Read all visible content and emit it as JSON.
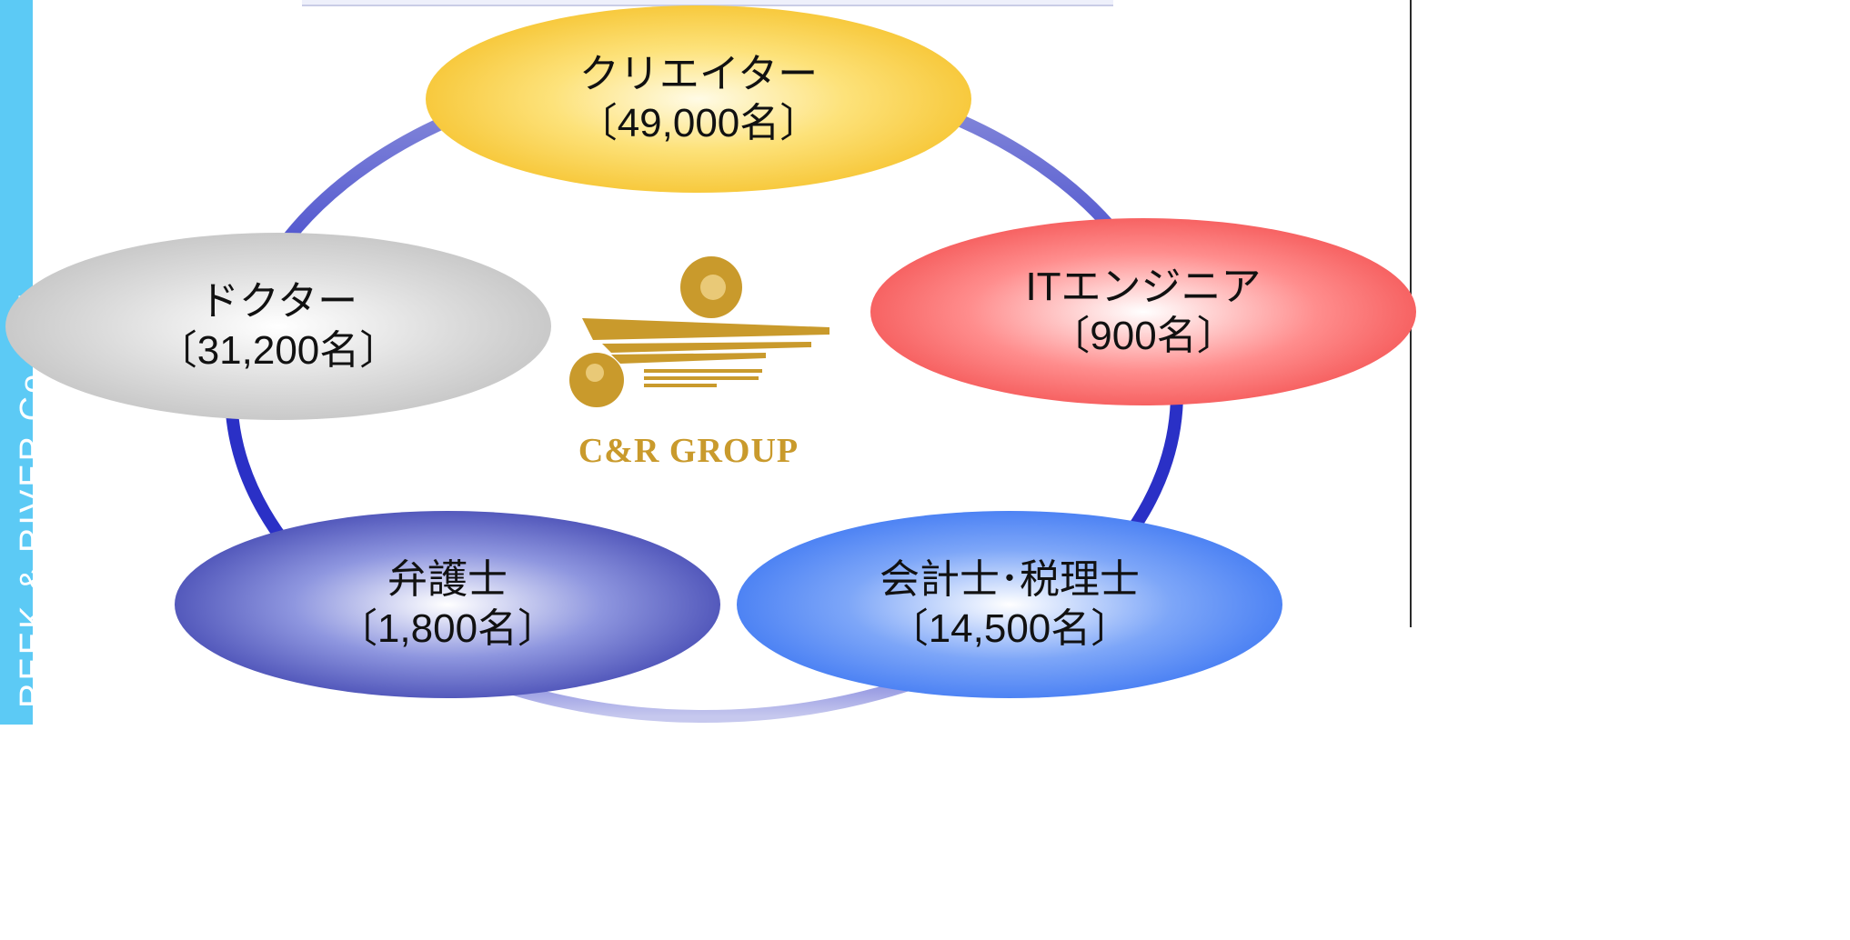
{
  "sidebar": {
    "text": "REEK & RIVER Co.,Ltd"
  },
  "logo": {
    "text": "C&R GROUP",
    "color": "#c99a2c"
  },
  "nodes": {
    "creator": {
      "name": "クリエイター",
      "count": "〔49,000名〕",
      "color": "#f2b307"
    },
    "doctor": {
      "name": "ドクター",
      "count": "〔31,200名〕",
      "color": "#b4b4b4"
    },
    "it_engineer": {
      "name": "ITエンジニア",
      "count": "〔900名〕",
      "color": "#ed3232"
    },
    "lawyer": {
      "name": "弁護士",
      "count": "〔1,800名〕",
      "color": "#1c1f9a"
    },
    "accountant": {
      "name": "会計士･税理士",
      "count": "〔14,500名〕",
      "color": "#1d5ff0"
    }
  },
  "colors": {
    "ring": "#2d33c4",
    "sidebar": "#5ccaf5"
  }
}
